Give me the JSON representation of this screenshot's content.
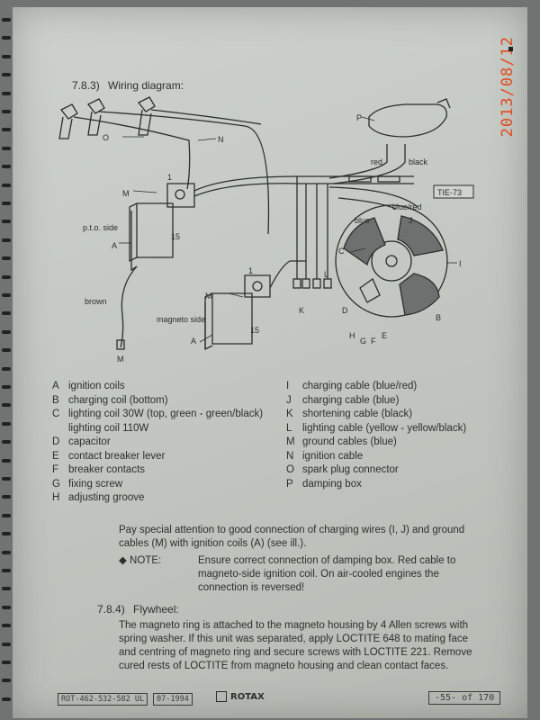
{
  "stamp": {
    "date": "2013/08/12"
  },
  "section": {
    "number": "7.8.3)",
    "title": "Wiring diagram:"
  },
  "diagram": {
    "ref": "TIE-73",
    "labels": {
      "O": "O",
      "N": "N",
      "P": "P",
      "M1": "M",
      "M2": "M",
      "one1": "1",
      "one2": "1",
      "fifteen1": "15",
      "fifteen2": "15",
      "A1": "A",
      "A2": "A",
      "pto": "p.t.o. side",
      "mag": "magneto side",
      "brown": "brown",
      "red": "red",
      "black": "black",
      "blue": "blue",
      "bluered": "blue/red",
      "J": "J",
      "I": "I",
      "C": "C",
      "L": "L",
      "K": "K",
      "D": "D",
      "B": "B",
      "H": "H",
      "G": "G",
      "F": "F",
      "E": "E",
      "M3": "M"
    }
  },
  "legend_left": [
    {
      "key": "A",
      "text": "ignition coils"
    },
    {
      "key": "B",
      "text": "charging coil (bottom)"
    },
    {
      "key": "C",
      "text": "lighting coil 30W (top, green - green/black)"
    },
    {
      "key": "",
      "text": "lighting coil 110W"
    },
    {
      "key": "D",
      "text": "capacitor"
    },
    {
      "key": "E",
      "text": "contact breaker lever"
    },
    {
      "key": "F",
      "text": "breaker contacts"
    },
    {
      "key": "G",
      "text": "fixing screw"
    },
    {
      "key": "H",
      "text": "adjusting groove"
    }
  ],
  "legend_right": [
    {
      "key": "I",
      "text": "charging cable (blue/red)"
    },
    {
      "key": "J",
      "text": "charging cable (blue)"
    },
    {
      "key": "K",
      "text": "shortening cable (black)"
    },
    {
      "key": "L",
      "text": "lighting cable (yellow - yellow/black)"
    },
    {
      "key": "M",
      "text": "ground cables (blue)"
    },
    {
      "key": "N",
      "text": "ignition cable"
    },
    {
      "key": "O",
      "text": "spark plug connector"
    },
    {
      "key": "P",
      "text": "damping box"
    }
  ],
  "attention": "Pay special attention to good connection of charging wires (I, J) and ground cables (M) with ignition coils (A) (see ill.).",
  "note": {
    "label": "◆ NOTE:",
    "text": "Ensure correct connection of damping box. Red cable to magneto-side ignition coil. On air-cooled engines the connection is reversed!"
  },
  "flywheel": {
    "number": "7.8.4)",
    "title": "Flywheel:",
    "text": "The magneto ring is attached to the magneto housing by 4 Allen screws with spring washer. If this unit was separated, apply LOCTITE 648 to mating face and centring of magneto ring and secure screws with LOCTITE 221. Remove cured rests of LOCTITE from magneto housing and clean contact faces."
  },
  "footer": {
    "doc_code": "ROT-462-532-582 UL",
    "date_code": "07-1994",
    "brand": "ROTAX",
    "page": "-55- of 170"
  }
}
